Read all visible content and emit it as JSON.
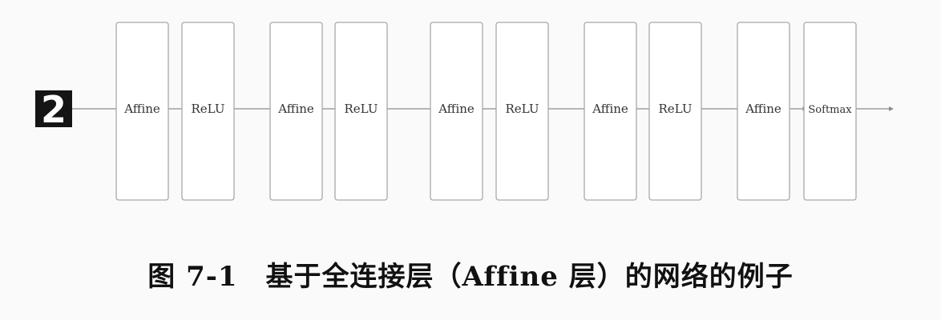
{
  "input_digit": "2",
  "layers": [
    {
      "label": "Affine"
    },
    {
      "label": "ReLU"
    },
    {
      "label": "Affine"
    },
    {
      "label": "ReLU"
    },
    {
      "label": "Affine"
    },
    {
      "label": "ReLU"
    },
    {
      "label": "Affine"
    },
    {
      "label": "ReLU"
    },
    {
      "label": "Affine"
    },
    {
      "label": "Softmax"
    }
  ],
  "caption": "图 7-1　基于全连接层（Affine 层）的网络的例子"
}
